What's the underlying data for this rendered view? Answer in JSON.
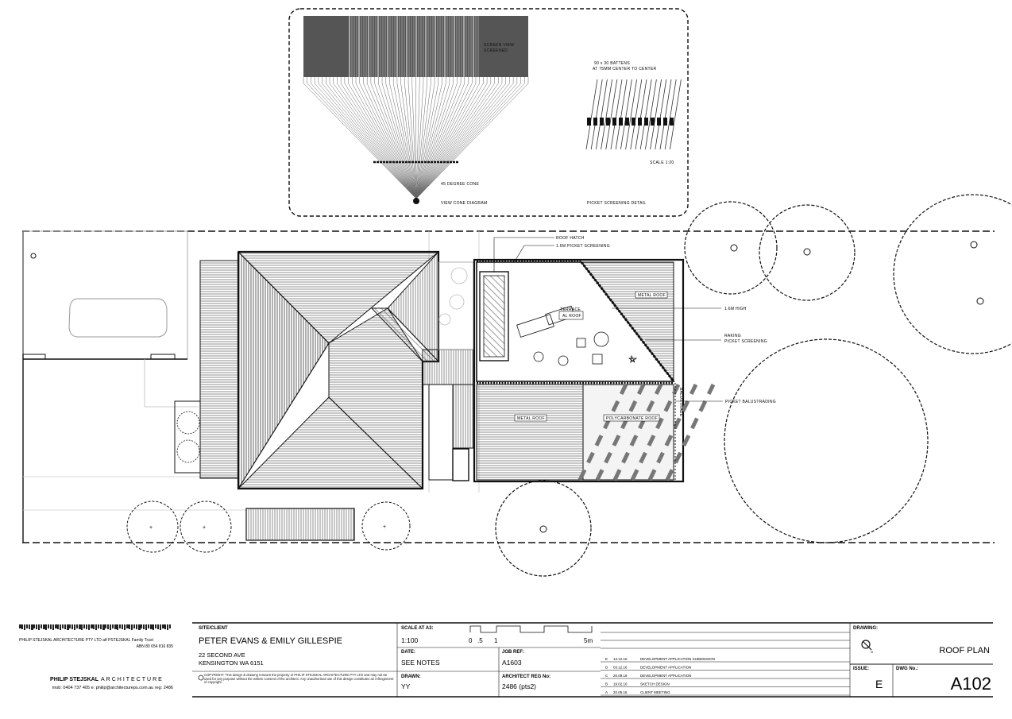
{
  "detail_panel": {
    "view_cone_label": "VIEW CONE DIAGRAM",
    "degree_label": "45 DEGREE CONE",
    "screen_view_label_1": "SCREEN VIEW",
    "screen_view_label_2": "SCREENED",
    "picket_detail_label": "PICKET SCREENING DETAIL",
    "batten_label_1": "90 x 30 BATTENS",
    "batten_label_2": "AT 75MM CENTER TO CENTER",
    "scale_label": "SCALE 1:20"
  },
  "plan": {
    "roof_hatch": "ROOF HATCH",
    "picket_screening_1m": "1.6M PICKET SCREENING",
    "terrace_line1": "TERRACE",
    "terrace_line2": "AL ROOF",
    "metal_roof_top": "METAL ROOF",
    "high_label": "1.6M HIGH",
    "raking_line1": "RAKING",
    "raking_line2": "PICKET SCREENING",
    "metal_roof_left": "METAL ROOF",
    "polycarbonate_roof": "POLYCARBONATE ROOF",
    "balustrading": "PICKET BALUSTRADING",
    "vertical_label": "BALUSTRADE"
  },
  "title_block": {
    "firm_line1": "PHILIP STEJSKAL ARCHITECTURE PTY LTD  atf PSTEJSKAL Family Trust",
    "firm_line2": "ABN 80 654 816 835",
    "firm_name_bold": "PHILIP STEJSKAL",
    "firm_name_rest": "ARCHITECTURE",
    "contact": "mob: 0404 737 405   e: philip@architectureps.com.au   reg: 2486",
    "site_client_label": "SITE/CLIENT",
    "client": "PETER EVANS & EMILY GILLESPIE",
    "address1": "22 SECOND AVE",
    "address2": "KENSINGTON WA 6151",
    "copyright": "COPYRIGHT. This design & drawing remains the property of PHILIP STEJSKAL ARCHITECTURE PTY LTD and may not be used for any purpose without the written consent of the architect. Any unauthorised use of this design constitutes an infringement of copyright.",
    "scale_label": "SCALE AT A3:",
    "scale_value": "1:100",
    "scale_ticks": [
      "0",
      ".5",
      "1",
      "5m"
    ],
    "date_label": "DATE:",
    "date_value": "SEE NOTES",
    "job_ref_label": "JOB REF:",
    "job_ref_value": "A1603",
    "drawn_label": "DRAWN:",
    "drawn_value": "YY",
    "architect_reg_label": "ARCHITECT REG No:",
    "architect_reg_value": "2486 (pts2)",
    "revisions": [
      {
        "code": "E",
        "date": "13.12.16",
        "desc": "DEVELOPMENT APPLICATION SUBMISSION"
      },
      {
        "code": "D",
        "date": "03.12.16",
        "desc": "DEVELOPMENT APPLICATION"
      },
      {
        "code": "C",
        "date": "20.09.16",
        "desc": "DEVELOPMENT APPLICATION"
      },
      {
        "code": "B",
        "date": "19.02.16",
        "desc": "SKETCH DESIGN"
      },
      {
        "code": "A",
        "date": "20.05.16",
        "desc": "CLIENT MEETING"
      }
    ],
    "drawing_label": "DRAWING:",
    "drawing_title": "ROOF PLAN",
    "issue_label": "ISSUE:",
    "issue_value": "E",
    "dwg_no_label": "DWG No.:",
    "dwg_no_value": "A102"
  }
}
